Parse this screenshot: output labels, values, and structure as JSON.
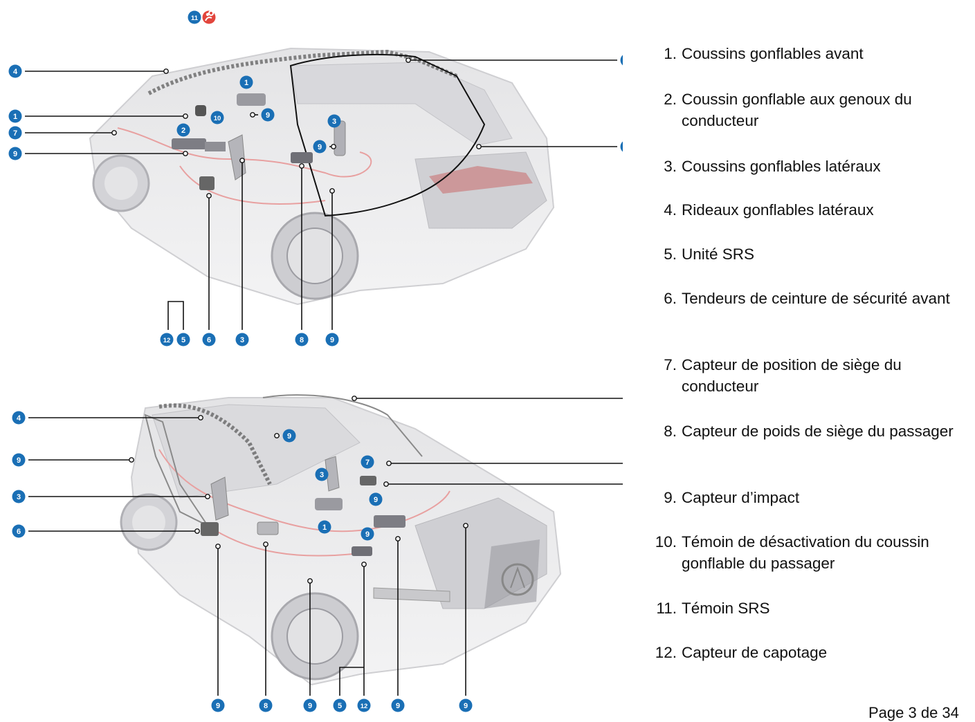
{
  "legend": [
    {
      "number": "1.",
      "text": "Coussins gonflables avant"
    },
    {
      "number": "2.",
      "text": "Coussin gonflable aux genoux du conducteur"
    },
    {
      "number": "3.",
      "text": "Coussins gonflables latéraux"
    },
    {
      "number": "4.",
      "text": "Rideaux gonflables latéraux"
    },
    {
      "number": "5.",
      "text": "Unité SRS"
    },
    {
      "number": "6.",
      "text": "Tendeurs de ceinture de sécurité avant"
    },
    {
      "number": "7.",
      "text": "Capteur de position de siège du conducteur"
    },
    {
      "number": "8.",
      "text": "Capteur de poids de siège du passager"
    },
    {
      "number": "9.",
      "text": "Capteur d’impact"
    },
    {
      "number": "10.",
      "text": "Témoin de désactivation du coussin gonflable du passager"
    },
    {
      "number": "11.",
      "text": "Témoin SRS"
    },
    {
      "number": "12.",
      "text": "Capteur de capotage"
    }
  ],
  "colors": {
    "badge": "#1a6fb5",
    "srs_icon": "#e2453c",
    "leader_line": "#111111",
    "wiring": "#e8a0a0"
  },
  "footer": {
    "text": "Page 3 de 34"
  }
}
